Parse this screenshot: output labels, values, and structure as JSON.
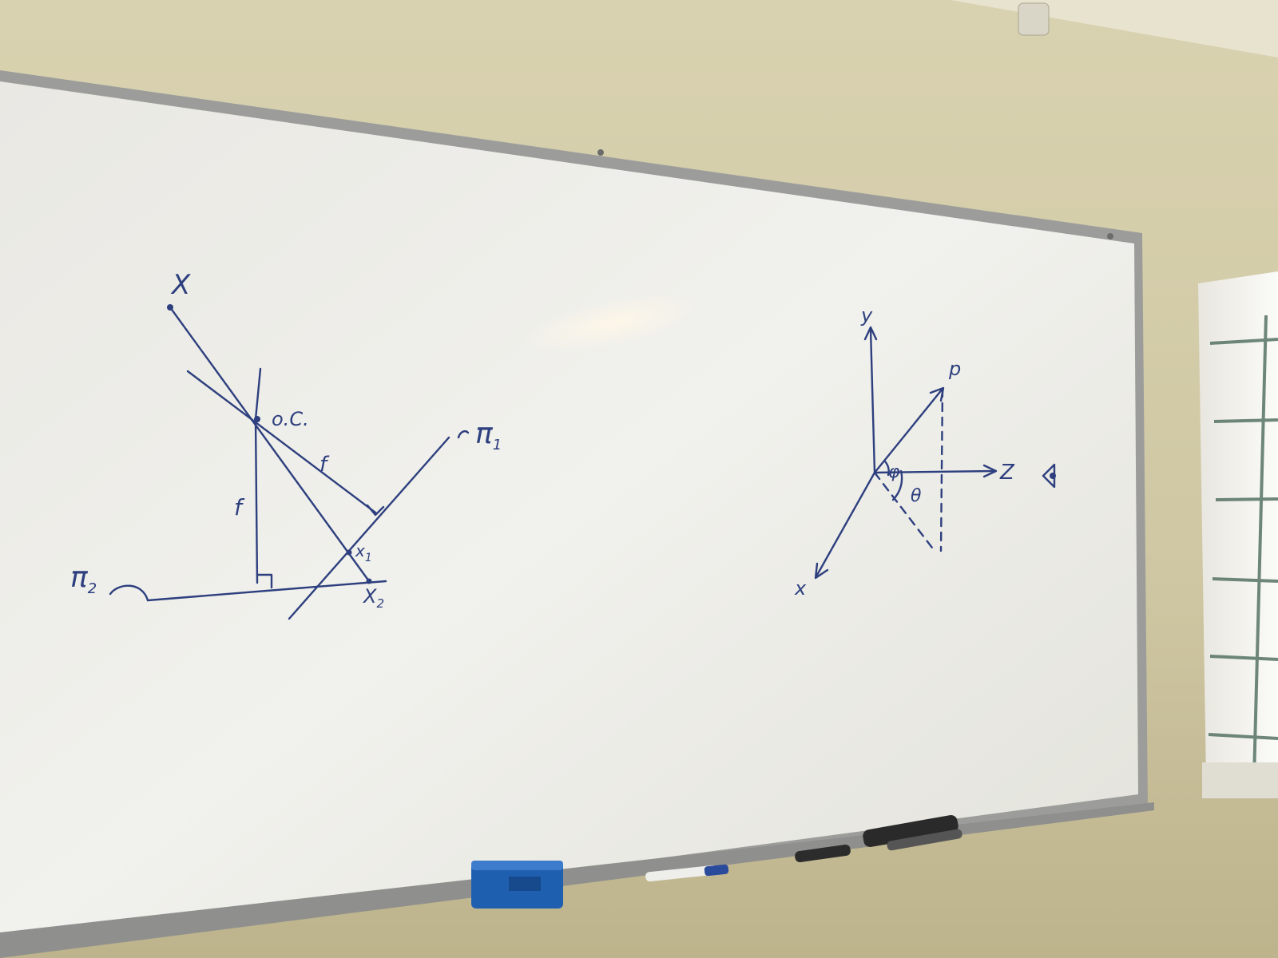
{
  "scene": {
    "description_colors": {
      "wall": "#d6cfac",
      "board": "#eeeee8",
      "frame": "#9a9a98",
      "ink": "#2d3f7e",
      "eraser": "#1f5fb0"
    }
  },
  "diagram_left": {
    "label_X": "X",
    "label_oc": "o.C.",
    "label_f_diagonal": "f",
    "label_f_vertical": "f",
    "label_x1": "x",
    "label_x1_sub": "1",
    "label_x2": "X",
    "label_x2_sub": "2",
    "label_pi1": "π",
    "label_pi1_sub": "1",
    "label_pi2": "π",
    "label_pi2_sub": "2"
  },
  "diagram_right": {
    "label_y": "y",
    "label_p": "p",
    "label_z": "Z",
    "label_x": "x",
    "label_phi": "φ",
    "label_theta": "θ"
  },
  "tray": {
    "eraser_icon": "eraser-icon",
    "marker_icon": "marker-icon"
  }
}
